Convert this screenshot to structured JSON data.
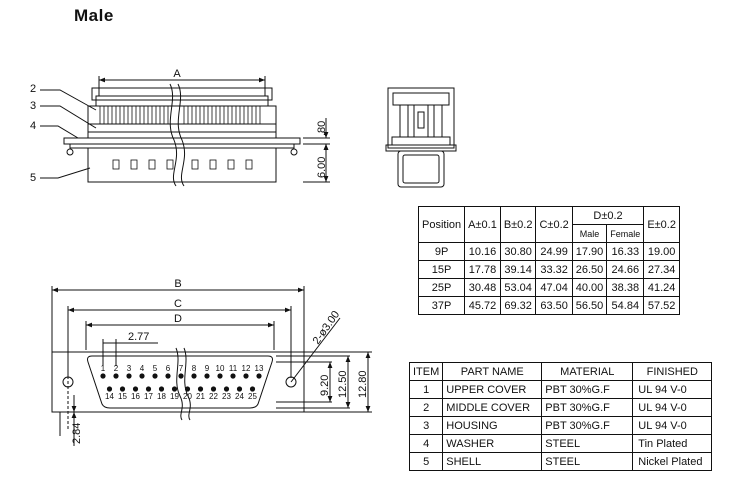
{
  "title": "Male",
  "top_view": {
    "callouts": [
      "2",
      "3",
      "4",
      "5"
    ],
    "dim_a": "A",
    "dim_height_1": ".80",
    "dim_height_2": "6.00"
  },
  "face_view": {
    "dim_b": "B",
    "dim_c": "C",
    "dim_d": "D",
    "dim_pitch": "2.77",
    "dim_hole": "2-ø3.00",
    "dim_v1": "9.20",
    "dim_v2": "12.50",
    "dim_v3": "12.80",
    "dim_offset": "2.84",
    "top_pins": [
      "1",
      "2",
      "3",
      "4",
      "5",
      "6",
      "7",
      "8",
      "9",
      "10",
      "11",
      "12",
      "13"
    ],
    "bottom_pins": [
      "14",
      "15",
      "16",
      "17",
      "18",
      "19",
      "20",
      "21",
      "22",
      "23",
      "24",
      "25"
    ]
  },
  "dimension_table": {
    "headers": {
      "position": "Position",
      "a": "A±0.1",
      "b": "B±0.2",
      "c": "C±0.2",
      "d": "D±0.2",
      "d_male": "Male",
      "d_female": "Female",
      "e": "E±0.2"
    },
    "rows": [
      [
        "9P",
        "10.16",
        "30.80",
        "24.99",
        "17.90",
        "16.33",
        "19.00"
      ],
      [
        "15P",
        "17.78",
        "39.14",
        "33.32",
        "26.50",
        "24.66",
        "27.34"
      ],
      [
        "25P",
        "30.48",
        "53.04",
        "47.04",
        "40.00",
        "38.38",
        "41.24"
      ],
      [
        "37P",
        "45.72",
        "69.32",
        "63.50",
        "56.50",
        "54.84",
        "57.52"
      ]
    ]
  },
  "parts_table": {
    "headers": [
      "ITEM",
      "PART NAME",
      "MATERIAL",
      "FINISHED"
    ],
    "rows": [
      [
        "1",
        "UPPER COVER",
        "PBT 30%G.F",
        "UL 94 V-0"
      ],
      [
        "2",
        "MIDDLE COVER",
        "PBT 30%G.F",
        "UL 94 V-0"
      ],
      [
        "3",
        "HOUSING",
        "PBT 30%G.F",
        "UL 94 V-0"
      ],
      [
        "4",
        "WASHER",
        "STEEL",
        "Tin Plated"
      ],
      [
        "5",
        "SHELL",
        "STEEL",
        "Nickel Plated"
      ]
    ]
  }
}
